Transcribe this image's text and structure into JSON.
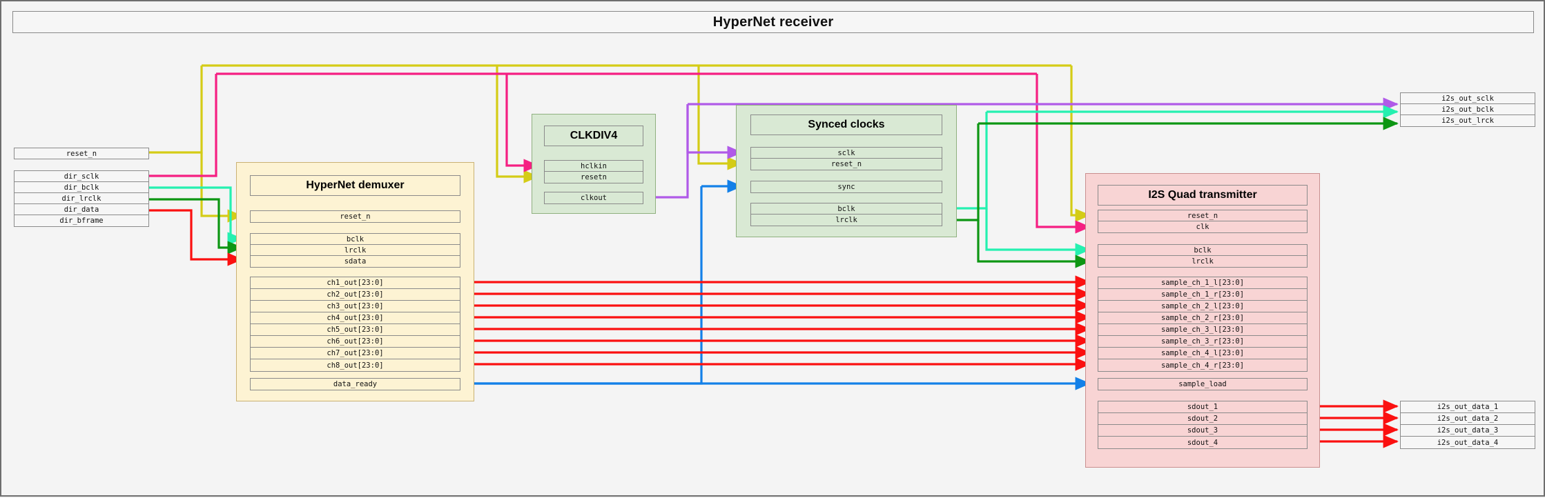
{
  "header": {
    "title": "HyperNet receiver"
  },
  "colors": {
    "olive": "#d4cc16",
    "pink": "#f51f82",
    "spring": "#25f0b0",
    "green": "#0d9613",
    "red": "#fb1010",
    "purple": "#b05ae8",
    "blue": "#1380e8",
    "demux_fill": "#fdf3d3",
    "demux_border": "#c9b173",
    "clock_fill": "#d9e9d4",
    "clock_border": "#8fb07f",
    "i2s_fill": "#f8d4d4",
    "i2s_border": "#c98e8e"
  },
  "inputs": {
    "reset": {
      "label": "reset_n"
    },
    "dir": {
      "labels": [
        "dir_sclk",
        "dir_bclk",
        "dir_lrclk",
        "dir_data",
        "dir_bframe"
      ]
    }
  },
  "outputs": {
    "clocks": {
      "labels": [
        "i2s_out_sclk",
        "i2s_out_bclk",
        "i2s_out_lrck"
      ]
    },
    "data": {
      "labels": [
        "i2s_out_data_1",
        "i2s_out_data_2",
        "i2s_out_data_3",
        "i2s_out_data_4"
      ]
    }
  },
  "blocks": {
    "demuxer": {
      "title": "HyperNet demuxer",
      "group1": [
        "reset_n"
      ],
      "group2": [
        "bclk",
        "lrclk",
        "sdata"
      ],
      "group3": [
        "ch1_out[23:0]",
        "ch2_out[23:0]",
        "ch3_out[23:0]",
        "ch4_out[23:0]",
        "ch5_out[23:0]",
        "ch6_out[23:0]",
        "ch7_out[23:0]",
        "ch8_out[23:0]"
      ],
      "group4": [
        "data_ready"
      ]
    },
    "clkdiv4": {
      "title": "CLKDIV4",
      "group1": [
        "hclkin",
        "resetn"
      ],
      "group2": [
        "clkout"
      ]
    },
    "synced_clocks": {
      "title": "Synced clocks",
      "group1": [
        "sclk",
        "reset_n"
      ],
      "group2": [
        "sync"
      ],
      "group3": [
        "bclk",
        "lrclk"
      ]
    },
    "i2s_tx": {
      "title": "I2S Quad transmitter",
      "group1": [
        "reset_n",
        "clk"
      ],
      "group2": [
        "bclk",
        "lrclk"
      ],
      "group3": [
        "sample_ch_1_l[23:0]",
        "sample_ch_1_r[23:0]",
        "sample_ch_2_l[23:0]",
        "sample_ch_2_r[23:0]",
        "sample_ch_3_l[23:0]",
        "sample_ch_3_r[23:0]",
        "sample_ch_4_l[23:0]",
        "sample_ch_4_r[23:0]"
      ],
      "group4": [
        "sample_load"
      ],
      "group5": [
        "sdout_1",
        "sdout_2",
        "sdout_3",
        "sdout_4"
      ]
    }
  }
}
